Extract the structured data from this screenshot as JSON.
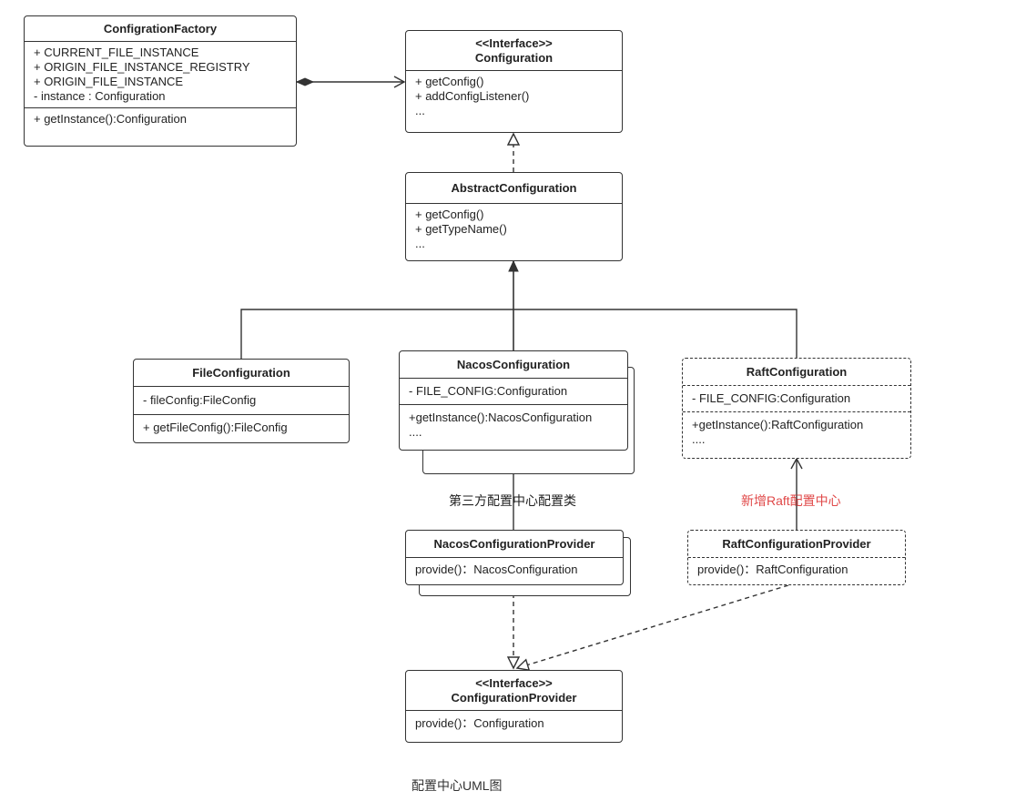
{
  "classes": {
    "factory": {
      "name": "ConfigrationFactory",
      "fields": [
        "+ CURRENT_FILE_INSTANCE",
        "+ ORIGIN_FILE_INSTANCE_REGISTRY",
        "+ ORIGIN_FILE_INSTANCE",
        "- instance : Configuration"
      ],
      "methods": [
        "+ getInstance():Configuration"
      ]
    },
    "configuration": {
      "stereotype": "<<Interface>>",
      "name": "Configuration",
      "methods": [
        "+ getConfig()",
        "+ addConfigListener()",
        "..."
      ]
    },
    "abstract": {
      "name": "AbstractConfiguration",
      "methods": [
        "+ getConfig()",
        "+ getTypeName()",
        "..."
      ]
    },
    "file": {
      "name": "FileConfiguration",
      "fields": [
        "- fileConfig:FileConfig"
      ],
      "methods": [
        "+ getFileConfig():FileConfig"
      ]
    },
    "nacos": {
      "name": "NacosConfiguration",
      "fields": [
        "- FILE_CONFIG:Configuration"
      ],
      "methods": [
        "+getInstance():NacosConfiguration",
        "...."
      ]
    },
    "raft": {
      "name": "RaftConfiguration",
      "fields": [
        "- FILE_CONFIG:Configuration"
      ],
      "methods": [
        "+getInstance():RaftConfiguration",
        "...."
      ]
    },
    "nacos_provider": {
      "name": "NacosConfigurationProvider",
      "methods": [
        "provide()：NacosConfiguration"
      ]
    },
    "raft_provider": {
      "name": "RaftConfigurationProvider",
      "methods": [
        "provide()：RaftConfiguration"
      ]
    },
    "provider": {
      "stereotype": "<<Interface>>",
      "name": "ConfigurationProvider",
      "methods": [
        "provide()：Configuration"
      ]
    }
  },
  "labels": {
    "third_party": "第三方配置中心配置类",
    "new_raft": "新增Raft配置中心"
  },
  "caption": "配置中心UML图",
  "colors": {
    "line": "#333333",
    "highlight": "#e04848"
  }
}
